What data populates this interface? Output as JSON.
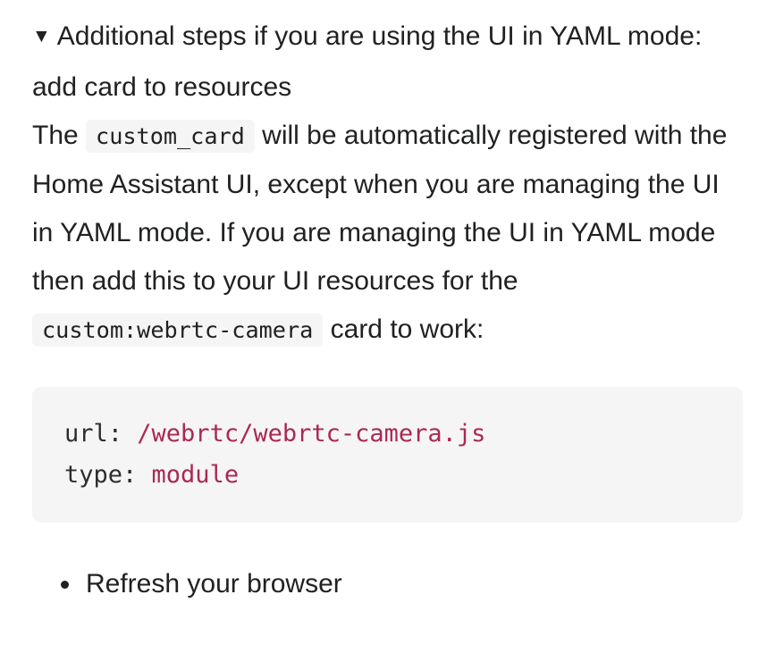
{
  "details": {
    "toggle_icon": "▼",
    "summary": "Additional steps if you are using the UI in YAML mode: add card to resources"
  },
  "paragraph": {
    "part1": "The ",
    "code1": "custom_card",
    "part2": " will be automatically registered with the Home Assistant UI, except when you are managing the UI in YAML mode. If you are managing the UI in YAML mode then add this to your UI resources for the ",
    "code2": "custom:webrtc-camera",
    "part3": " card to work:"
  },
  "code_block": {
    "language": "yaml",
    "lines": [
      {
        "key": "url:",
        "value": " /webrtc/webrtc-camera.js"
      },
      {
        "key": "type:",
        "value": " module"
      }
    ]
  },
  "list": {
    "item1": "Refresh your browser"
  },
  "colors": {
    "page_background": "#ffffff",
    "text": "#202122",
    "code_background": "#f5f5f5",
    "yaml_key": "#2d2d2d",
    "yaml_value": "#aa2855"
  }
}
